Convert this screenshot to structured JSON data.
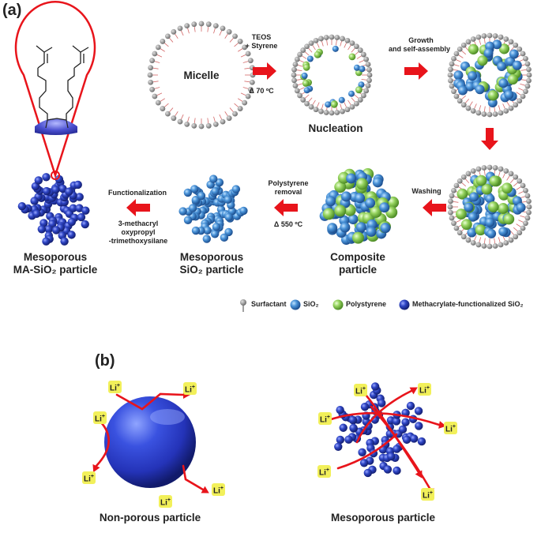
{
  "panels": {
    "a": "(a)",
    "b": "(b)"
  },
  "colors": {
    "arrow": "#e8141b",
    "silica": "#3d86cf",
    "polystyrene": "#8fd05a",
    "ma_silica": "#2a3fb5",
    "surfactant": "#8a8a8a",
    "li_badge": "#f2f05a"
  },
  "scheme": {
    "micelle": "Micelle",
    "step1_top": "TEOS",
    "step1_mid": "+ Styrene",
    "step1_bottom": "Δ 70 ºC",
    "nucleation": "Nucleation",
    "growth_line1": "Growth",
    "growth_line2": "and self-assembly",
    "washing": "Washing",
    "composite_line1": "Composite",
    "composite_line2": "particle",
    "ps_removal_line1": "Polystyrene",
    "ps_removal_line2": "removal",
    "ps_removal_temp": "Δ 550 ºC",
    "mesoporous_line1": "Mesoporous",
    "mesoporous_line2": "SiO₂ particle",
    "functionalization": "Functionalization",
    "silane_line1": "3-methacryl",
    "silane_line2": "oxypropyl",
    "silane_line3": "-trimethoxysilane",
    "ma_line1": "Mesoporous",
    "ma_line2": "MA-SiO₂ particle"
  },
  "legend": {
    "surfactant": "Surfactant",
    "sio2": "SiO₂",
    "polystyrene": "Polystyrene",
    "ma_sio2": "Methacrylate-functionalized SiO₂"
  },
  "panel_b": {
    "nonporous": "Non-porous particle",
    "mesoporous": "Mesoporous particle",
    "li": "Li",
    "li_charge": "+"
  }
}
